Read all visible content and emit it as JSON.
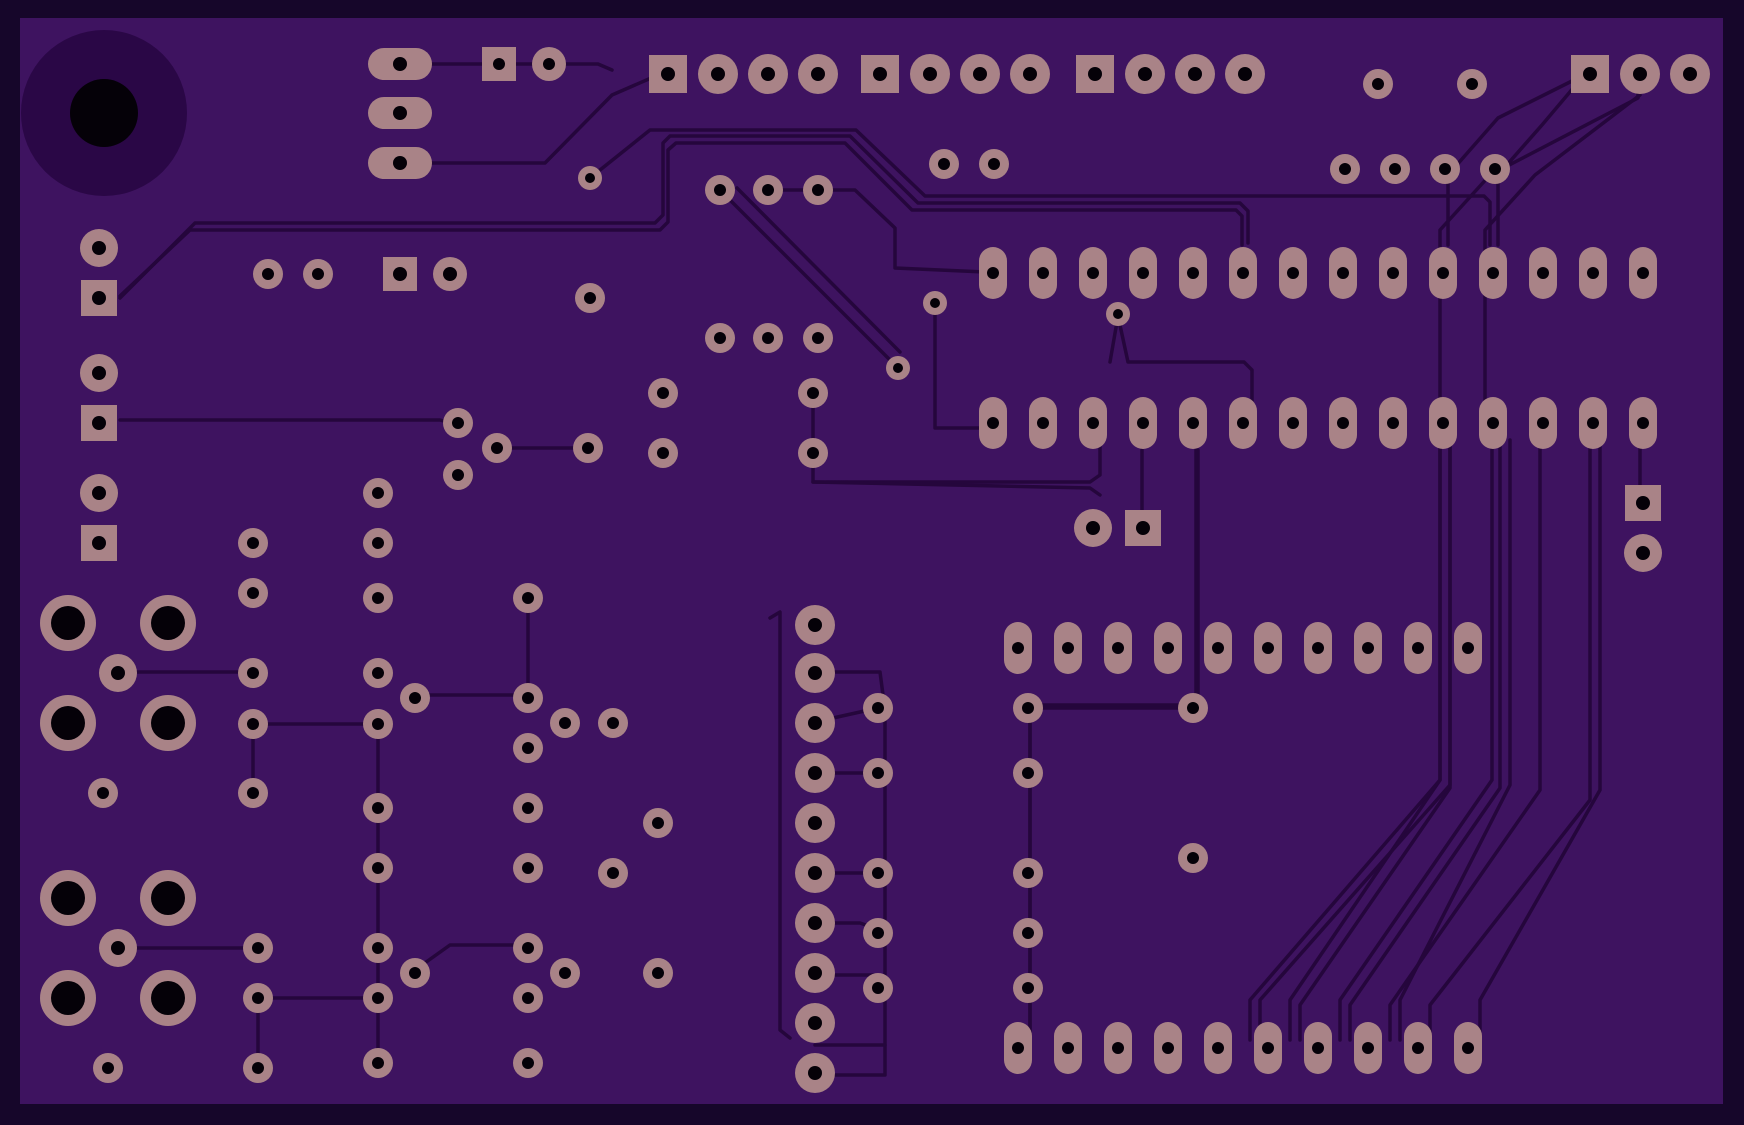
{
  "colors": {
    "outline": "#16062a",
    "board": "#3e1360",
    "copper": "#25063c",
    "hole_glow": "#2a0746",
    "pad": "#a98387",
    "pad_dark": "#7a5a66",
    "drill": "#050108"
  },
  "components": {
    "mounting_hole": "mounting-hole",
    "sip_header_top": "sip-header",
    "dip_ic_top": "dip-ic",
    "dip_ic_bottom": "dip-ic",
    "ribbon_connector": "ribbon-connector",
    "jack_connectors": "audio-jack"
  }
}
